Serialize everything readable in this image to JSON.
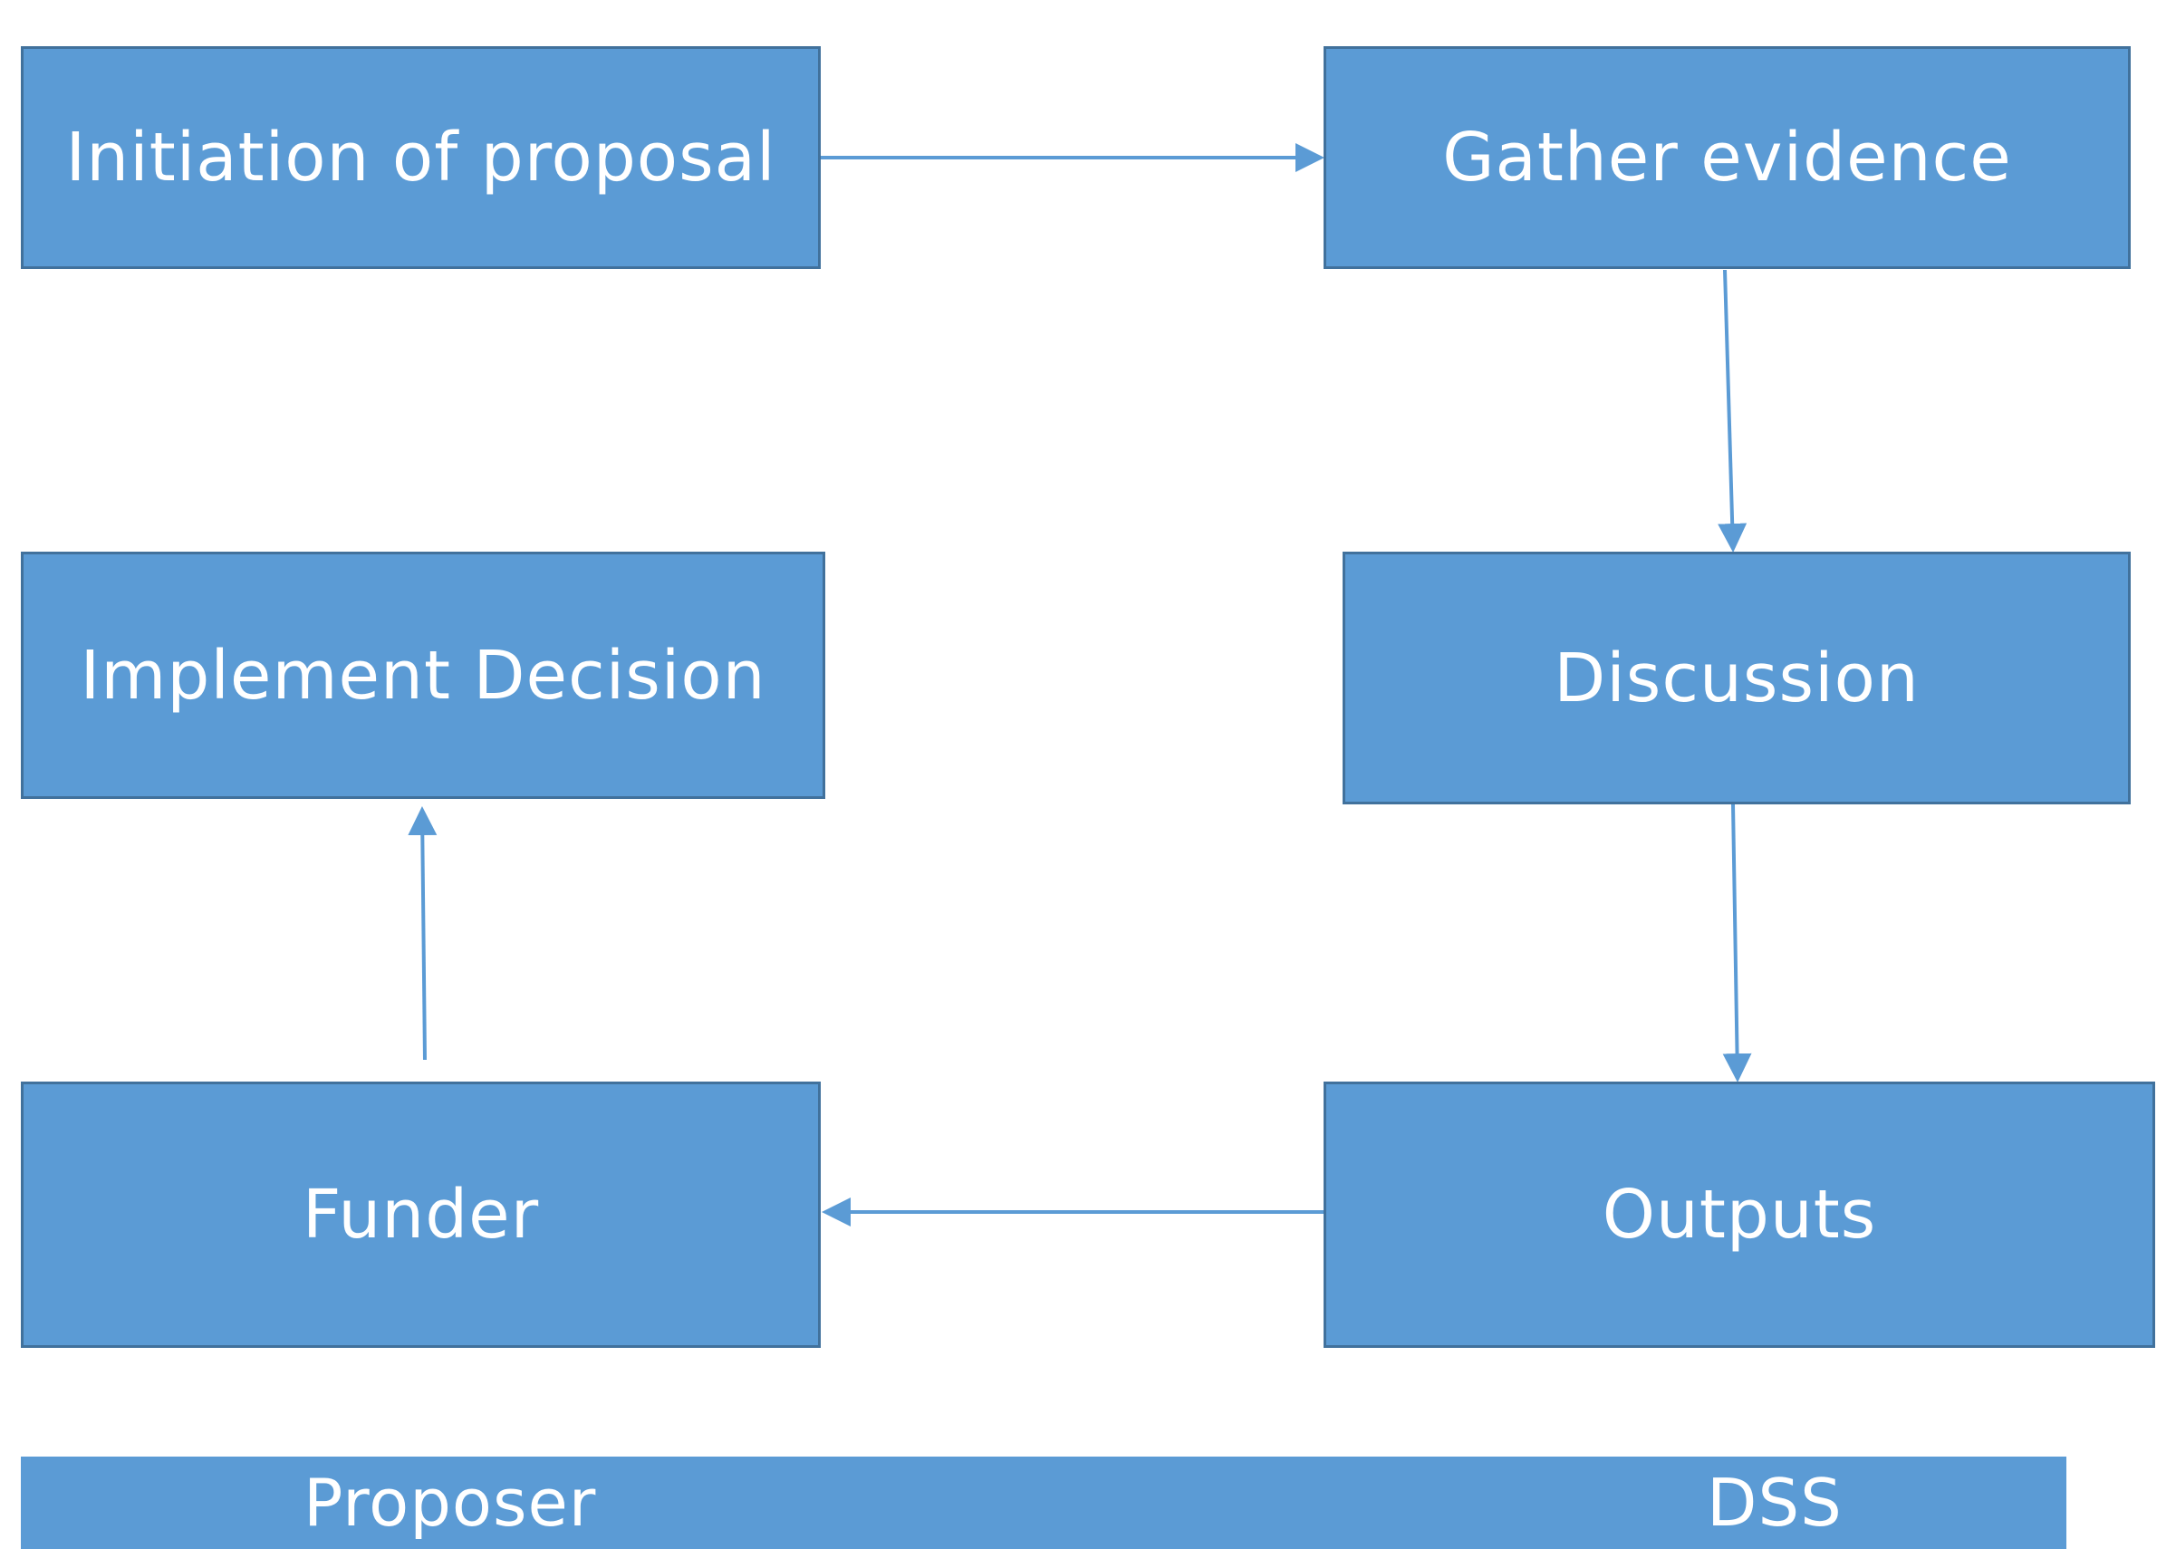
{
  "colors": {
    "box_fill": "#5b9bd5",
    "box_border": "#41719c",
    "connector": "#5b9bd5",
    "text": "#ffffff"
  },
  "nodes": {
    "initiation": "Initiation of proposal",
    "gather": "Gather evidence",
    "implement": "Implement Decision",
    "discussion": "Discussion",
    "funder": "Funder",
    "outputs": "Outputs"
  },
  "edges": [
    {
      "from": "initiation",
      "to": "gather"
    },
    {
      "from": "gather",
      "to": "discussion"
    },
    {
      "from": "discussion",
      "to": "outputs"
    },
    {
      "from": "outputs",
      "to": "funder"
    },
    {
      "from": "funder",
      "to": "implement"
    }
  ],
  "legend": {
    "left_label": "Proposer",
    "right_label": "DSS"
  }
}
